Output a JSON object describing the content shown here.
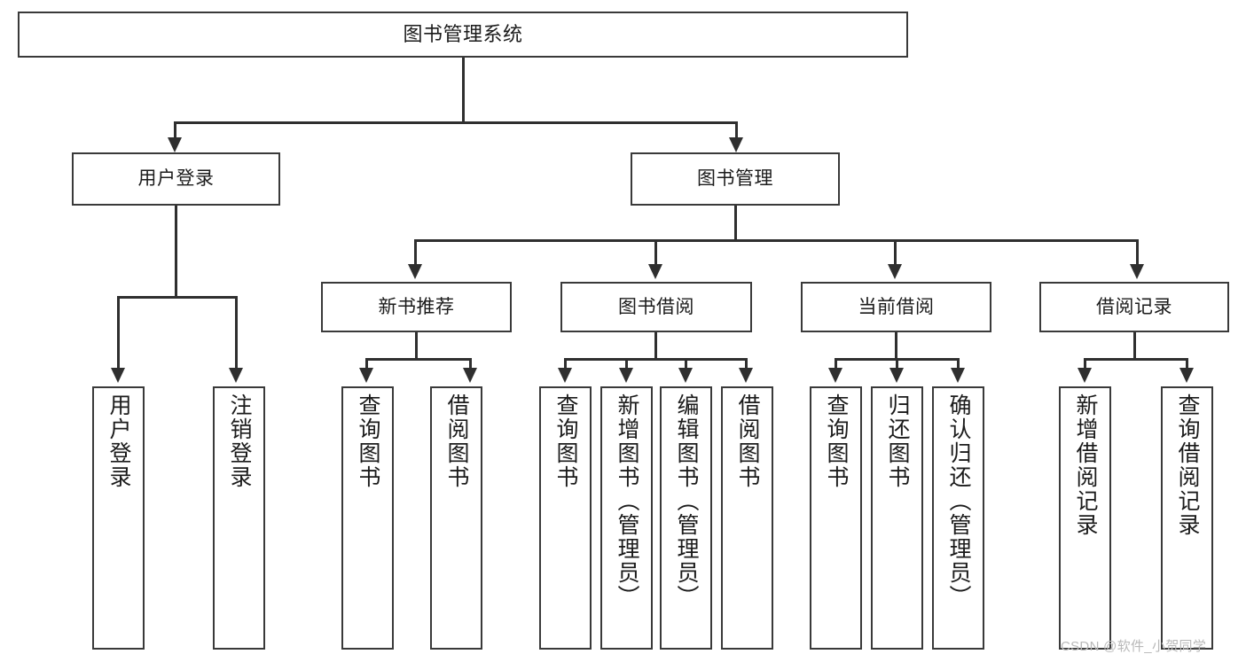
{
  "diagram": {
    "title": "图书管理系统",
    "watermark": "CSDN @软件_小贺同学",
    "stroke_color": "#3a3a3a",
    "connector_color": "#2f2f2f",
    "background_color": "#ffffff",
    "text_color": "#1b1b1b",
    "watermark_color": "#b9b9b9"
  },
  "nodes": {
    "root": {
      "label": "图书管理系统"
    },
    "level2": [
      {
        "label": "用户登录"
      },
      {
        "label": "图书管理"
      }
    ],
    "level3": [
      {
        "label": "新书推荐"
      },
      {
        "label": "图书借阅"
      },
      {
        "label": "当前借阅"
      },
      {
        "label": "借阅记录"
      }
    ],
    "leaves": {
      "user_login": [
        {
          "label": "用户登录"
        },
        {
          "label": "注销登录"
        }
      ],
      "new_book_recommend": [
        {
          "label": "查询图书"
        },
        {
          "label": "借阅图书"
        }
      ],
      "book_borrow": [
        {
          "label": "查询图书"
        },
        {
          "label": "新增图书（管理员）"
        },
        {
          "label": "编辑图书（管理员）"
        },
        {
          "label": "借阅图书"
        }
      ],
      "current_borrow": [
        {
          "label": "查询图书"
        },
        {
          "label": "归还图书"
        },
        {
          "label": "确认归还（管理员）"
        }
      ],
      "borrow_record": [
        {
          "label": "新增借阅记录"
        },
        {
          "label": "查询借阅记录"
        }
      ]
    }
  }
}
